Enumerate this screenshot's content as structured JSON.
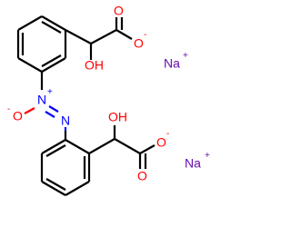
{
  "molecule": {
    "atoms": {
      "o_carboxyl_top_double": "O",
      "o_carboxyl_top_single": "O",
      "charge_carboxyl_top": "-",
      "oh_top": "OH",
      "na_top": "Na",
      "charge_na_top": "+",
      "n_oxide": "N",
      "charge_n_oxide": "+",
      "o_n_oxide": "O",
      "charge_o_n_oxide": "-",
      "n_azo": "N",
      "oh_bottom": "OH",
      "o_carboxyl_bottom_single": "O",
      "charge_carboxyl_bottom": "-",
      "o_carboxyl_bottom_double": "O",
      "na_bottom": "Na",
      "charge_na_bottom": "+"
    },
    "colors": {
      "bond": "#000000",
      "oxygen": "#ff0000",
      "nitrogen": "#0000ff",
      "sodium": "#6a0dad"
    }
  }
}
